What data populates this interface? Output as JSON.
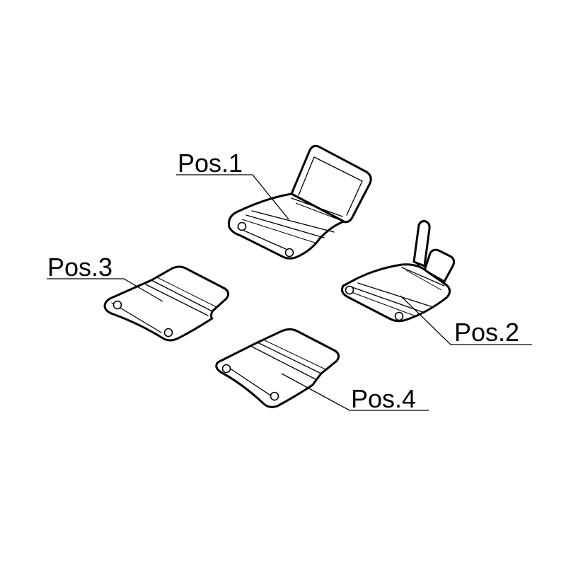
{
  "labels": {
    "pos1": "Pos.1",
    "pos2": "Pos.2",
    "pos3": "Pos.3",
    "pos4": "Pos.4"
  },
  "colors": {
    "line": "#000000",
    "background": "#ffffff"
  }
}
